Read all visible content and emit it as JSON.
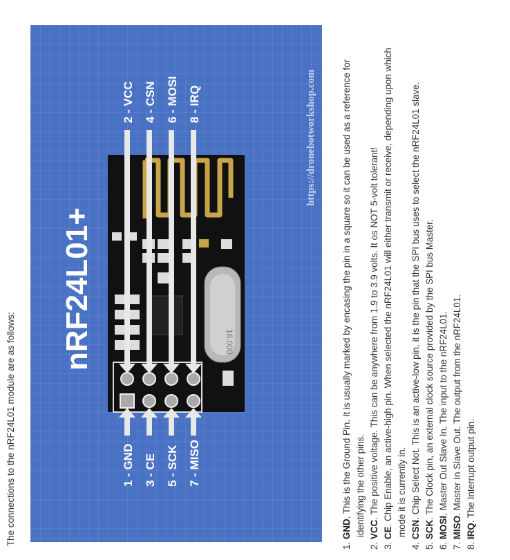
{
  "intro_text": "The connections to the nRF24L01 module are as follows:",
  "image": {
    "title": "nRF24L01+",
    "url": "https://dronebotworkshop.com",
    "crystal_text": "16.000",
    "top_labels": [
      "2 - VCC",
      "4 - CSN",
      "6 - MOSI",
      "8 - IRQ"
    ],
    "bottom_labels": [
      "1 - GND",
      "3 - CE",
      "5 - SCK",
      "7 - MISO"
    ]
  },
  "pins": [
    {
      "num": "1.",
      "name": "GND",
      "desc": ". This is the Ground Pin. It is usually marked by encasing the pin in a square so it can be used as a reference for identifying the other pins."
    },
    {
      "num": "2.",
      "name": "VCC",
      "desc": ". The positive voltage. This can be anywhere from 1.9 to 3.9 volts. It os NOT 5-volt tolerant!"
    },
    {
      "num": "3.",
      "name": "CE",
      "desc": ". Chip Enable, an active-high pin. When selected the nRF24L01 will either transmit or receive, depending upon which mode it is currently in."
    },
    {
      "num": "4.",
      "name": "CSN",
      "desc": ". Chip Select Not. This is an active-low pin, it is the pin that the SPI bus uses to select the nRF24L01 slave."
    },
    {
      "num": "5.",
      "name": "SCK",
      "desc": ". The Clock pin, an external clock source provided by the SPI bus Master."
    },
    {
      "num": "6.",
      "name": "MOSI",
      "desc": ". Master Out Slave In. The input to the nRF24L01."
    },
    {
      "num": "7.",
      "name": "MISO",
      "desc": ". Master In Slave Out. The output from the nRF24L01."
    },
    {
      "num": "8.",
      "name": "IRQ",
      "desc": ". The Interrupt output pin."
    }
  ]
}
